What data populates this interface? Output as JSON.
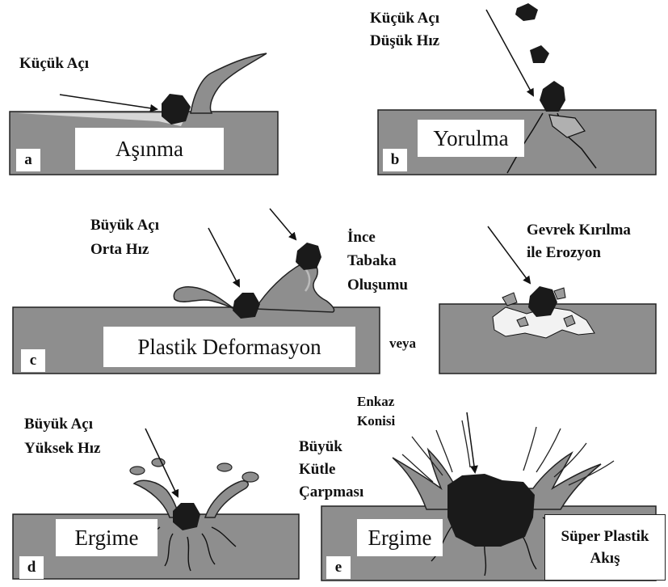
{
  "panels": {
    "a": {
      "letter": "a",
      "title": "Küçük Açı",
      "process": "Aşınma"
    },
    "b": {
      "letter": "b",
      "title_line1": "Küçük Açı",
      "title_line2": "Düşük Hız",
      "process": "Yorulma"
    },
    "c": {
      "letter": "c",
      "title_line1": "Büyük Açı",
      "title_line2": "Orta Hız",
      "side_line1": "İnce",
      "side_line2": "Tabaka",
      "side_line3": "Oluşumu",
      "process": "Plastik Deformasyon",
      "alternative_word": "veya",
      "alt_title_line1": "Gevrek Kırılma",
      "alt_title_line2": "ile Erozyon"
    },
    "d": {
      "letter": "d",
      "title_line1": "Büyük Açı",
      "title_line2": "Yüksek Hız",
      "process": "Ergime"
    },
    "e": {
      "letter": "e",
      "debris_line1": "Enkaz",
      "debris_line2": "Konisi",
      "mass_line1": "Büyük",
      "mass_line2": "Kütle",
      "mass_line3": "Çarpması",
      "process": "Ergime",
      "flow_line1": "Süper Plastik",
      "flow_line2": "Akış"
    }
  },
  "colors": {
    "substrate": "#8e8e8e",
    "particle": "#1a1a1a",
    "outline": "#1a1a1a"
  }
}
